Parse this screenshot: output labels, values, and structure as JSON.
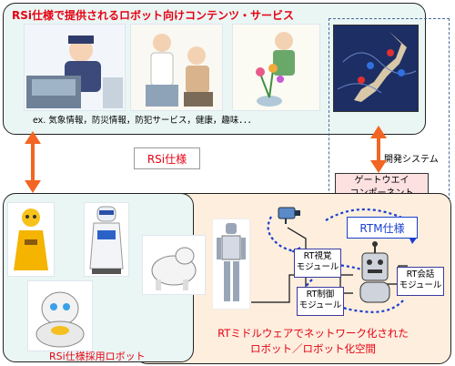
{
  "top_panel": {
    "title": "RSi仕様で提供されるロボット向けコンテンツ・サービス",
    "examples": "ex. 気象情報，防災情報，防犯サービス，健康，趣味．．．"
  },
  "rsi_spec_label": "RSi仕様",
  "dev_system_label": "開発システム",
  "gateway": {
    "line1": "ゲートウエイ",
    "line2": "コンポーネント"
  },
  "rtm_spec_label": "RTM仕様",
  "modules": {
    "vision": {
      "line1": "RT視覚",
      "line2": "モジュール"
    },
    "control": {
      "line1": "RT制御",
      "line2": "モジュール"
    },
    "conversation": {
      "line1": "RT会話",
      "line2": "モジュール"
    }
  },
  "middleware_caption": {
    "line1": "RTミドルウェアでネットワーク化された",
    "line2": "ロボット／ロボット化空間"
  },
  "rsi_robots_label": "RSi仕様採用ロボット",
  "colors": {
    "accent_red": "#e60012",
    "arrow_orange": "#f26522",
    "link_blue": "#1a3fd0",
    "gateway_pink": "#fde0e0"
  }
}
